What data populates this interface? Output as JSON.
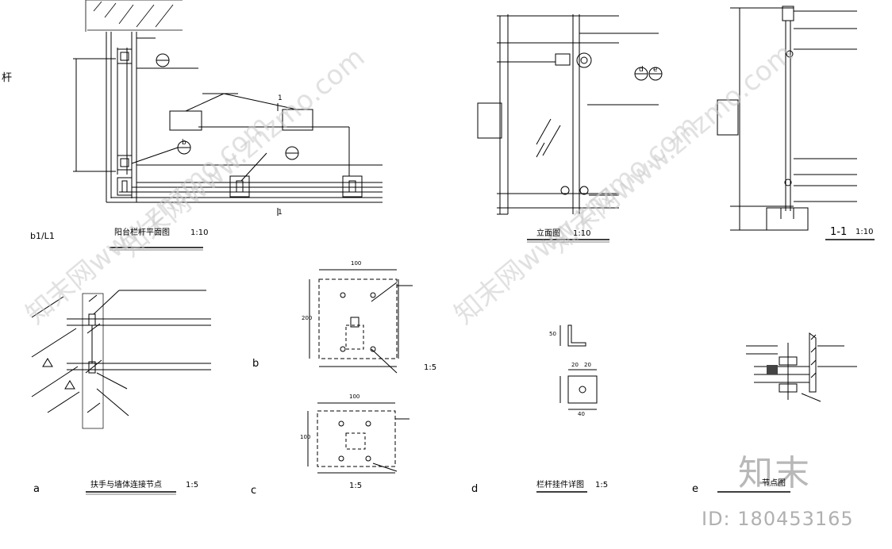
{
  "titles": {
    "plan": "阳台栏杆平面图",
    "elevation": "立面图",
    "section": "1-1",
    "detail_a": "扶手与墙体连接节点",
    "detail_d": "栏杆挂件详图",
    "detail_e": "节点图"
  },
  "scales": {
    "plan": "1:10",
    "elevation": "1:10",
    "section": "1:10",
    "detail_a": "1:5",
    "detail_b": "1:5",
    "detail_c": "1:5",
    "detail_d": "1:5"
  },
  "markers": {
    "a": "a",
    "b": "b",
    "c": "c",
    "d": "d",
    "e": "e",
    "plan_ref": "b1/L1",
    "cut_1": "1",
    "cut_1_bottom": "1",
    "partial_left": "杆"
  },
  "dimensions": {
    "plate_b_width": "100",
    "plate_b_height": "200",
    "plate_c_width": "100",
    "plate_c_height": "100",
    "angle_leg": "50",
    "pad_20a": "20",
    "pad_20b": "20",
    "pad_40": "40"
  },
  "watermark": {
    "text": "知末网www.znzmo.com",
    "logo": "知末",
    "id": "ID: 180453165"
  }
}
